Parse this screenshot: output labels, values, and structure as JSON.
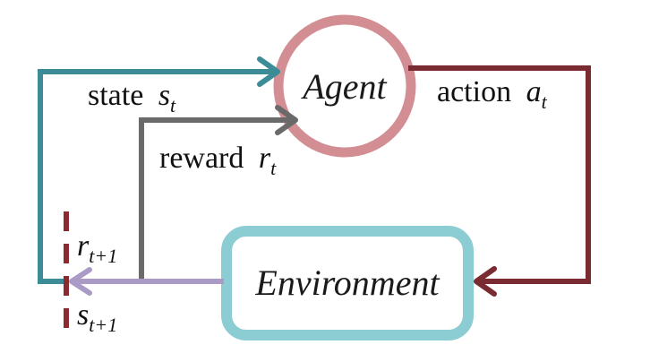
{
  "nodes": {
    "agent": {
      "label": "Agent"
    },
    "environment": {
      "label": "Environment"
    }
  },
  "edges": {
    "state": {
      "text": "state",
      "symbol": "s",
      "sub": "t"
    },
    "reward": {
      "text": "reward",
      "symbol": "r",
      "sub": "t"
    },
    "action": {
      "text": "action",
      "symbol": "a",
      "sub": "t"
    },
    "next_reward": {
      "symbol": "r",
      "sub": "t+1"
    },
    "next_state": {
      "symbol": "s",
      "sub": "t+1"
    }
  },
  "colors": {
    "agent_circle": "#d38e93",
    "environment_box": "#8ccdd3",
    "state_arrow": "#3c8c98",
    "reward_arrow": "#6a6a6a",
    "action_arrow": "#7a2a31",
    "feedback_arrow": "#a99bc6",
    "divider": "#8a2b2f"
  }
}
